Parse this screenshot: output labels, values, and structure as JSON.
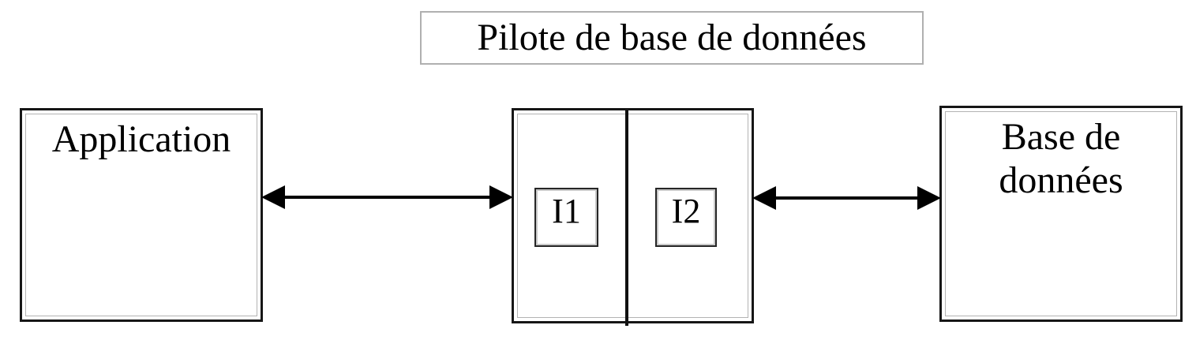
{
  "diagram": {
    "title": "Pilote de base de données",
    "application_label": "Application",
    "database_label": "Base de données",
    "interfaces": {
      "i1": "I1",
      "i2": "I2"
    },
    "arrows": [
      {
        "name": "app-driver-arrow",
        "type": "bidirectional"
      },
      {
        "name": "driver-database-arrow",
        "type": "bidirectional"
      }
    ],
    "colors": {
      "box_border": "#161616",
      "inner_border": "#b3b3b3",
      "title_border": "#b0b0b0",
      "divider": "#111111",
      "arrow": "#000000",
      "text": "#000000",
      "background": "#ffffff"
    }
  }
}
